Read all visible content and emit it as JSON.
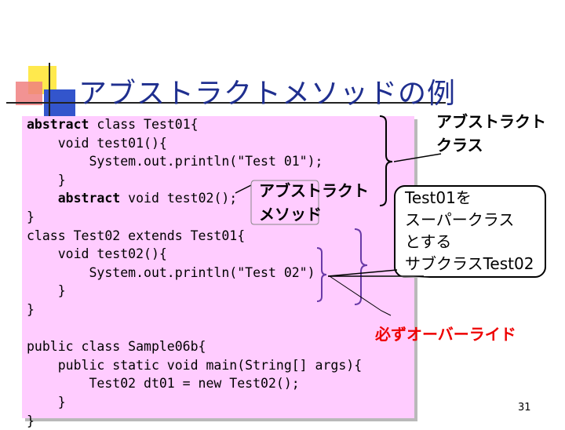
{
  "slide": {
    "title": "アブストラクトメソッドの例",
    "page_number": "31"
  },
  "code": {
    "line1_kw": "abstract",
    "line1_rest": " class Test01{",
    "line2": "    void test01(){",
    "line3": "        System.out.println(\"Test 01\");",
    "line4": "    }",
    "line5_indent": "    ",
    "line5_kw": "abstract",
    "line5_rest": " void test02();",
    "line6": "}",
    "line7": "class Test02 extends Test01{",
    "line8": "    void test02(){",
    "line9": "        System.out.println(\"Test 02\")",
    "line10": "    }",
    "line11": "}",
    "line12": "public class Sample06b{",
    "line13": "    public static void main(String[] args){",
    "line14": "        Test02 dt01 = new Test02();",
    "line15": "    }",
    "line16": "}"
  },
  "callouts": {
    "abstract_class_line1": "アブストラクト",
    "abstract_class_line2": "クラス",
    "abstract_method_line1": "アブストラクト",
    "abstract_method_line2": "メソッド",
    "superclass_note": "Test01を\nスーパークラス\nとする\nサブクラスTest02",
    "must_override": "必ずオーバーライド"
  }
}
